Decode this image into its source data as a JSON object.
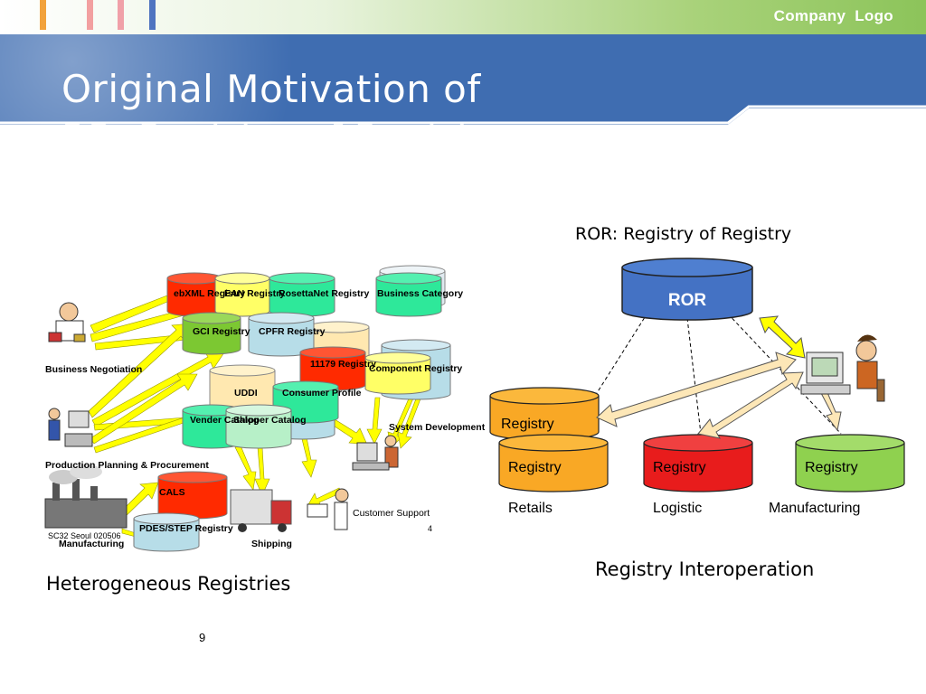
{
  "header": {
    "company": "Company",
    "logo": "Logo",
    "title": "Original Motivation of",
    "title_line2": "RR: Registry of Registry"
  },
  "left_diagram": {
    "registries": {
      "ebxml": "ebXML Registry",
      "ean": "EAN Registry",
      "rosettanet": "RosettaNet Registry",
      "business_category": "Business Category",
      "gci": "GCI Registry",
      "cpfr": "CPFR Registry",
      "r11179": "11179 Registry",
      "component": "Component Registry",
      "uddi": "UDDI",
      "consumer": "Consumer Profile",
      "vender": "Vender Catalog",
      "shipper": "Shipper Catalog",
      "cals": "CALS",
      "pdes": "PDES/STEP Registry"
    },
    "actors": {
      "business_negotiation": "Business Negotiation",
      "production_planning": "Production Planning & Procurement",
      "manufacturing": "Manufacturing",
      "shipping": "Shipping",
      "customer_support": "Customer Support",
      "system_development": "System Development"
    },
    "footer_code": "SC32 Seoul 020506",
    "inner_page": "4",
    "caption": "Heterogeneous  Registries",
    "page_number": "9"
  },
  "right_diagram": {
    "ror_caption": "ROR: Registry of Registry",
    "ror_label": "ROR",
    "registry_back": "Registry",
    "registry_retail": "Registry",
    "registry_logistic": "Registry",
    "registry_manufacturing": "Registry",
    "label_retails": "Retails",
    "label_logistic": "Logistic",
    "label_manufacturing": "Manufacturing",
    "caption": "Registry Interoperation"
  },
  "colors": {
    "header_blue": "#3f6db1",
    "ror_blue": "#4472c4",
    "retail_orange": "#f9a825",
    "logistic_red": "#e81c1c",
    "manufacturing_green": "#8fd14f"
  }
}
